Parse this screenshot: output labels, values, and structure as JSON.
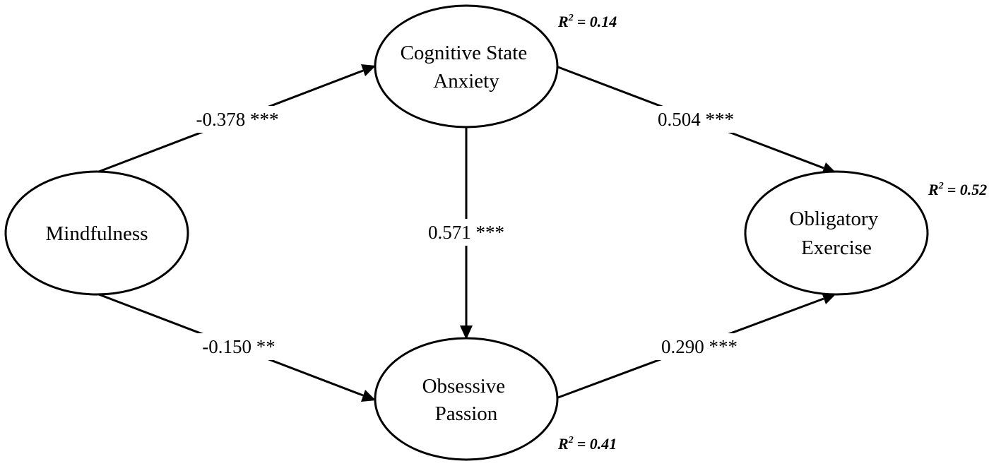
{
  "nodes": {
    "mindfulness": {
      "label_lines": [
        "Mindfulness"
      ]
    },
    "anxiety": {
      "label_lines": [
        "Cognitive State",
        "Anxiety"
      ]
    },
    "passion": {
      "label_lines": [
        "Obsessive",
        "Passion"
      ]
    },
    "exercise": {
      "label_lines": [
        "Obligatory",
        "Exercise"
      ]
    }
  },
  "paths": {
    "mindfulness_to_anxiety": "-0.378 ***",
    "mindfulness_to_passion": "-0.150 **",
    "anxiety_to_passion": "0.571 ***",
    "anxiety_to_exercise": "0.504 ***",
    "passion_to_exercise": "0.290 ***"
  },
  "r_squared": {
    "symbol": "R",
    "power": "2",
    "anxiety": "= 0.14",
    "exercise": "= 0.52",
    "passion": "= 0.41"
  }
}
